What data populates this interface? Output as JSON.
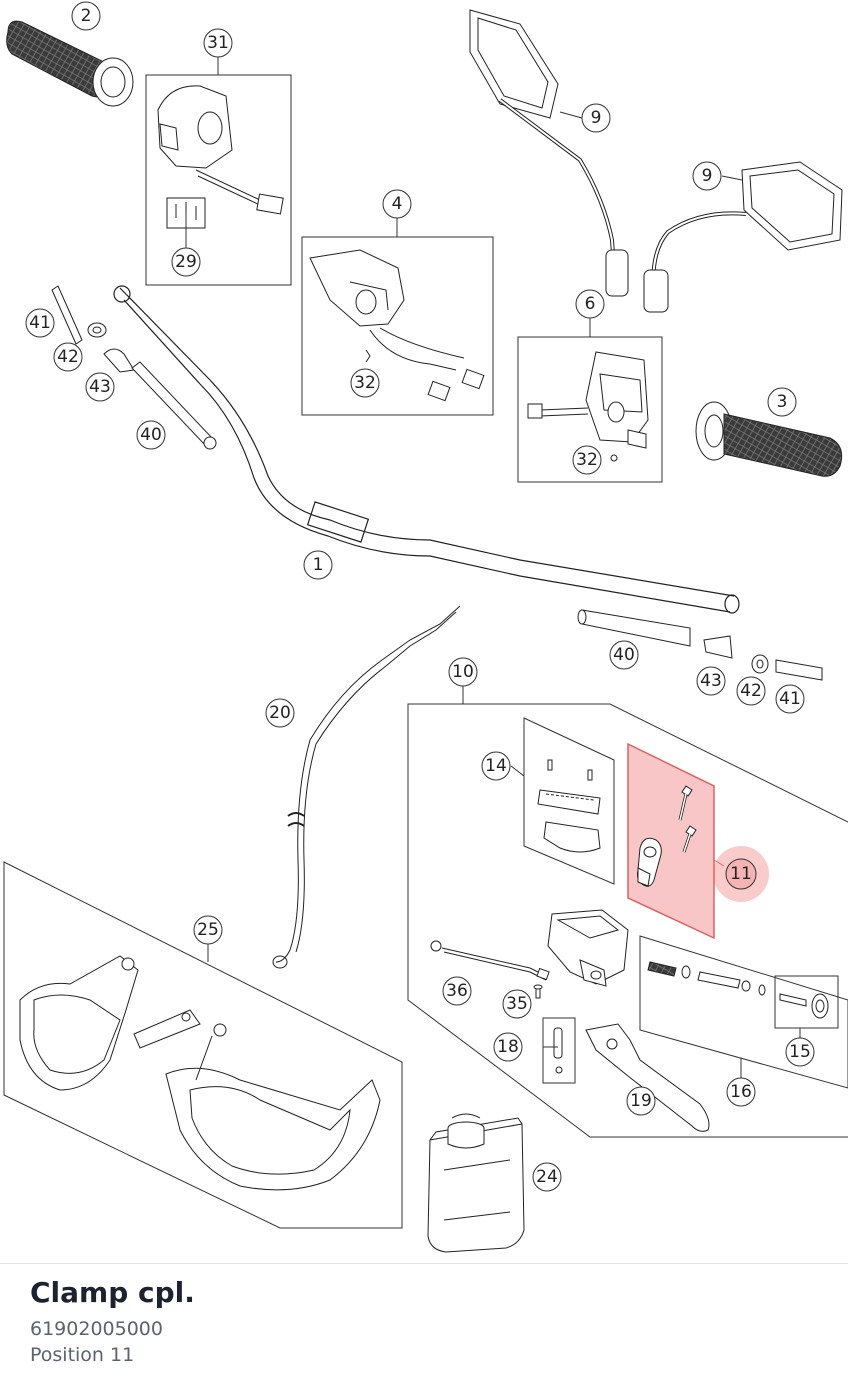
{
  "part": {
    "title": "Clamp cpl.",
    "number": "61902005000",
    "position": "Position 11"
  },
  "highlight": {
    "position_label": "11",
    "color": "#f06a6a"
  },
  "callouts": [
    {
      "id": "callout-2",
      "label": "2"
    },
    {
      "id": "callout-31",
      "label": "31"
    },
    {
      "id": "callout-29",
      "label": "29"
    },
    {
      "id": "callout-9-top",
      "label": "9"
    },
    {
      "id": "callout-9-right",
      "label": "9"
    },
    {
      "id": "callout-4",
      "label": "4"
    },
    {
      "id": "callout-32-left",
      "label": "32"
    },
    {
      "id": "callout-6",
      "label": "6"
    },
    {
      "id": "callout-32-right",
      "label": "32"
    },
    {
      "id": "callout-3",
      "label": "3"
    },
    {
      "id": "callout-41-left",
      "label": "41"
    },
    {
      "id": "callout-42-left",
      "label": "42"
    },
    {
      "id": "callout-43-left",
      "label": "43"
    },
    {
      "id": "callout-40-left",
      "label": "40"
    },
    {
      "id": "callout-1",
      "label": "1"
    },
    {
      "id": "callout-40-right",
      "label": "40"
    },
    {
      "id": "callout-43-right",
      "label": "43"
    },
    {
      "id": "callout-42-right",
      "label": "42"
    },
    {
      "id": "callout-41-right",
      "label": "41"
    },
    {
      "id": "callout-10",
      "label": "10"
    },
    {
      "id": "callout-20",
      "label": "20"
    },
    {
      "id": "callout-14",
      "label": "14"
    },
    {
      "id": "callout-11",
      "label": "11"
    },
    {
      "id": "callout-25",
      "label": "25"
    },
    {
      "id": "callout-36",
      "label": "36"
    },
    {
      "id": "callout-35",
      "label": "35"
    },
    {
      "id": "callout-18",
      "label": "18"
    },
    {
      "id": "callout-19",
      "label": "19"
    },
    {
      "id": "callout-16",
      "label": "16"
    },
    {
      "id": "callout-15",
      "label": "15"
    },
    {
      "id": "callout-24",
      "label": "24"
    }
  ]
}
